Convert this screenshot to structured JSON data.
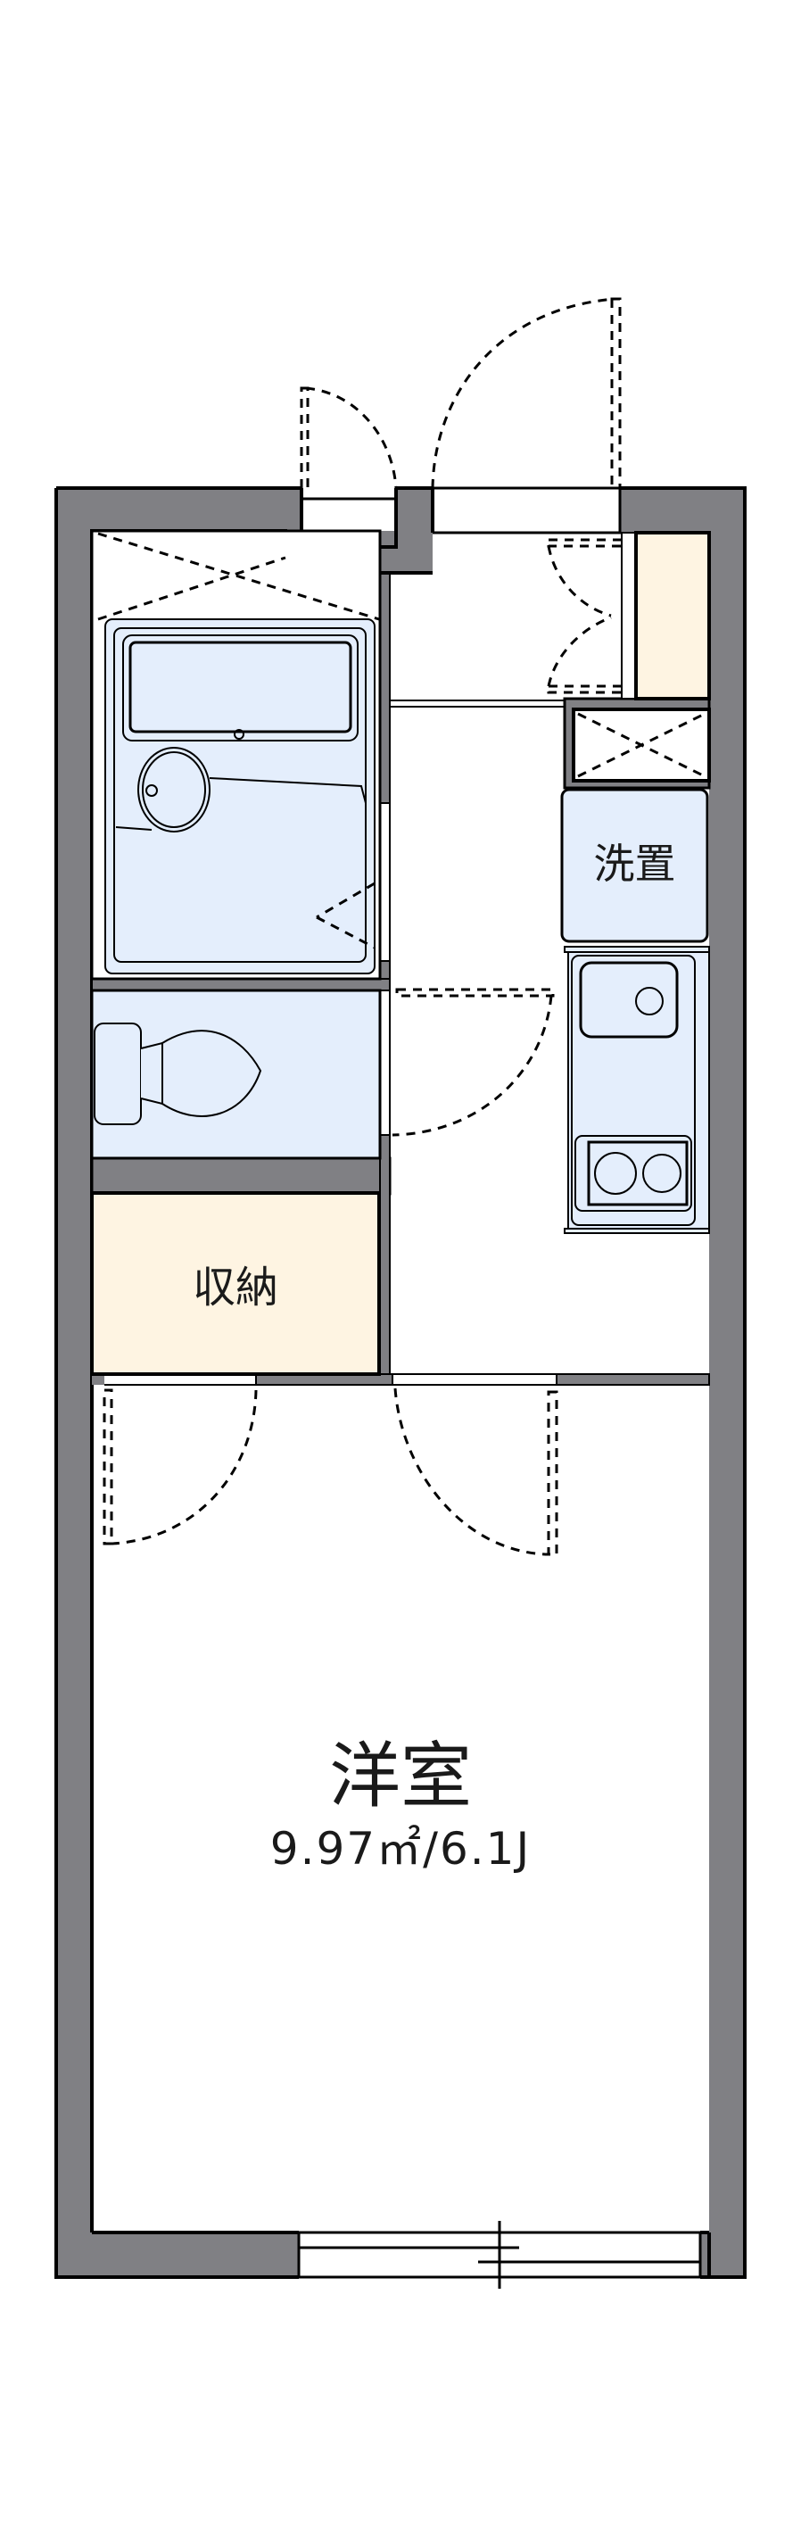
{
  "floorplan": {
    "colors": {
      "wall": "#808084",
      "outline": "#000000",
      "wet_area": "#e4eefc",
      "storage": "#fef4e2",
      "floor": "#ffffff"
    },
    "rooms": {
      "storage": {
        "label": "収納"
      },
      "washer": {
        "label": "洗置"
      },
      "western_room": {
        "label": "洋室",
        "area": "9.97㎡/6.1J"
      }
    },
    "fixtures": [
      "bathtub-icon",
      "unit-bath-icon",
      "toilet-icon",
      "kitchen-sink-icon",
      "two-burner-stove-icon",
      "shoe-closet-icon",
      "washing-machine-space-icon"
    ],
    "openings": [
      "entrance-door",
      "meter-box-door",
      "shoe-closet-double-door",
      "bathroom-door",
      "toilet-door",
      "storage-door",
      "room-door",
      "balcony-sliding-window"
    ]
  }
}
